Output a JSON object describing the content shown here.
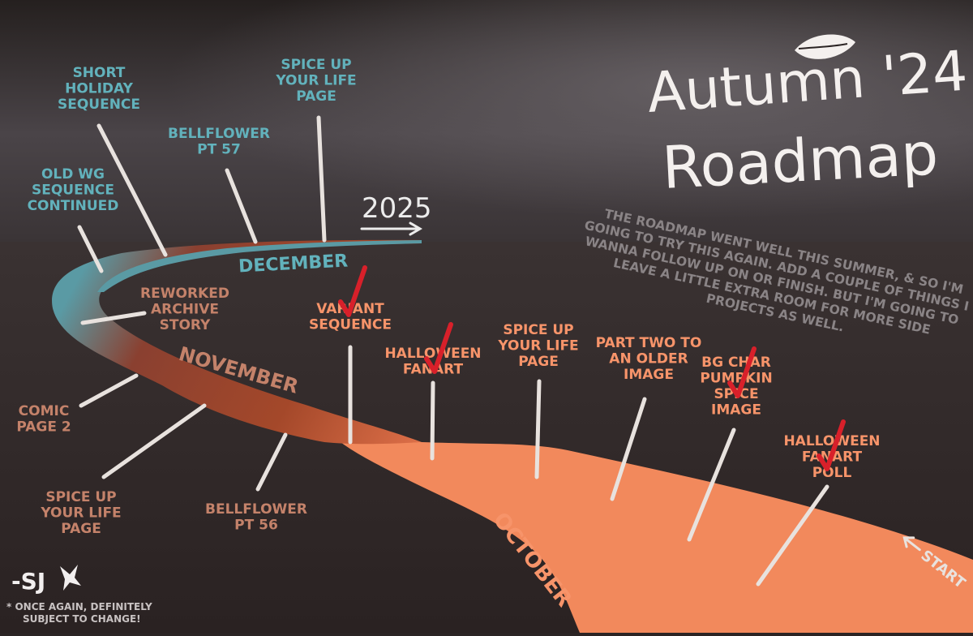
{
  "title": {
    "line1": "Autumn '24",
    "line2": "Roadmap"
  },
  "year_marker": "2025",
  "intro_note": [
    "THE ROADMAP WENT WELL THIS SUMMER, & SO I'M",
    "GOING TO TRY THIS AGAIN. ADD A COUPLE OF THINGS I",
    "WANNA FOLLOW UP ON OR FINISH. BUT I'M GOING TO",
    "LEAVE A LITTLE EXTRA ROOM FOR MORE SIDE",
    "PROJECTS AS WELL."
  ],
  "months": {
    "october": "OCTOBER",
    "november": "NOVEMBER",
    "december": "DECEMBER"
  },
  "start_label": "START",
  "signature": "-SJ",
  "footnote": [
    "* ONCE AGAIN, DEFINITELY",
    "SUBJECT TO CHANGE!"
  ],
  "colors": {
    "october": "#f2895c",
    "november": "#a4482a",
    "december": "#5a9aa4",
    "october_text": "#f7946a",
    "november_text": "#c4826a",
    "december_text": "#62b2bc",
    "check": "#d8202a"
  },
  "items": {
    "october": [
      {
        "id": "halloween-fanart-poll",
        "lines": [
          "HALLOWEEN",
          "FANART",
          "POLL"
        ],
        "done": true
      },
      {
        "id": "bg-char-pumpkin",
        "lines": [
          "BG CHAR",
          "PUMPKIN",
          "SPICE",
          "IMAGE"
        ],
        "done": true
      },
      {
        "id": "part-two",
        "lines": [
          "PART TWO TO",
          "AN OLDER",
          "IMAGE"
        ],
        "done": false
      },
      {
        "id": "spice-oct",
        "lines": [
          "SPICE UP",
          "YOUR LIFE",
          "PAGE"
        ],
        "done": false
      },
      {
        "id": "halloween-fanart",
        "lines": [
          "HALLOWEEN",
          "FANART"
        ],
        "done": true
      },
      {
        "id": "variant-sequence",
        "lines": [
          "VARIANT",
          "SEQUENCE"
        ],
        "done": true
      }
    ],
    "november": [
      {
        "id": "bellflower-56",
        "lines": [
          "BELLFLOWER",
          "PT 56"
        ]
      },
      {
        "id": "spice-nov",
        "lines": [
          "SPICE UP",
          "YOUR LIFE",
          "PAGE"
        ]
      },
      {
        "id": "comic-page-2",
        "lines": [
          "COMIC",
          "PAGE 2"
        ]
      },
      {
        "id": "reworked-archive",
        "lines": [
          "REWORKED",
          "ARCHIVE",
          "STORY"
        ]
      }
    ],
    "december": [
      {
        "id": "old-wg",
        "lines": [
          "OLD WG",
          "SEQUENCE",
          "CONTINUED"
        ]
      },
      {
        "id": "short-holiday",
        "lines": [
          "SHORT",
          "HOLIDAY",
          "SEQUENCE"
        ]
      },
      {
        "id": "bellflower-57",
        "lines": [
          "BELLFLOWER",
          "PT 57"
        ]
      },
      {
        "id": "spice-dec",
        "lines": [
          "SPICE UP",
          "YOUR LIFE",
          "PAGE"
        ]
      }
    ]
  }
}
